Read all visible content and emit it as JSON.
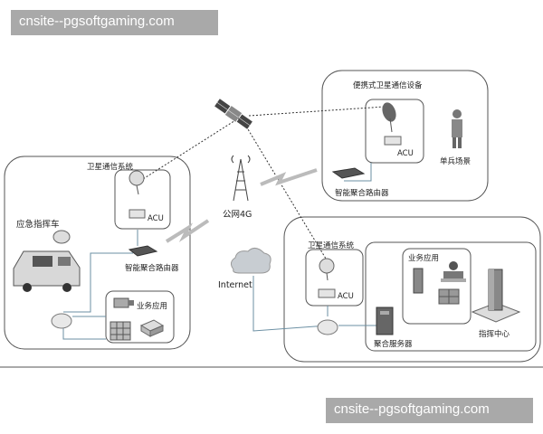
{
  "watermark_top": "cnsite--pgsoftgaming.com",
  "watermark_bottom": "cnsite--pgsoftgaming.com",
  "labels": {
    "portable_title": "便携式卫星通信设备",
    "portable_acu": "ACU",
    "single_soldier": "单兵场景",
    "portable_router": "智能聚合路由器",
    "left_sat_system": "卫星通信系统",
    "left_acu": "ACU",
    "emergency_vehicle": "应急指挥车",
    "left_router": "智能聚合路由器",
    "left_business": "业务应用",
    "public_4g": "公网4G",
    "internet": "Internet",
    "right_sat_system": "卫星通信系统",
    "right_acu": "ACU",
    "right_business": "业务应用",
    "aggregation_server": "聚合服务器",
    "command_center": "指挥中心"
  }
}
